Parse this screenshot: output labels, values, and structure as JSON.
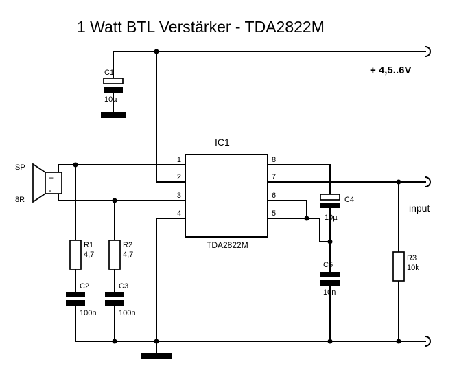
{
  "title": "1 Watt BTL Verstärker - TDA2822M",
  "supply": {
    "label": "+ 4,5..6V"
  },
  "input": {
    "label": "input"
  },
  "ic": {
    "ref": "IC1",
    "part": "TDA2822M",
    "pins": {
      "p1": "1",
      "p2": "2",
      "p3": "3",
      "p4": "4",
      "p5": "5",
      "p6": "6",
      "p7": "7",
      "p8": "8"
    }
  },
  "speaker": {
    "ref": "SP",
    "impedance": "8R",
    "plus": "+",
    "minus": "-"
  },
  "components": {
    "c1": {
      "ref": "C1",
      "value": "10µ"
    },
    "c2": {
      "ref": "C2",
      "value": "100n"
    },
    "c3": {
      "ref": "C3",
      "value": "100n"
    },
    "c4": {
      "ref": "C4",
      "value": "10µ"
    },
    "c5": {
      "ref": "C5",
      "value": "10n"
    },
    "r1": {
      "ref": "R1",
      "value": "4,7"
    },
    "r2": {
      "ref": "R2",
      "value": "4,7"
    },
    "r3": {
      "ref": "R3",
      "value": "10k"
    }
  },
  "colors": {
    "wire": "#000000",
    "background": "#ffffff"
  }
}
